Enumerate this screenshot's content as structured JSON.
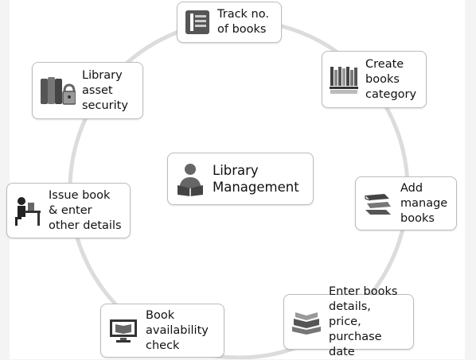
{
  "diagram": {
    "center": {
      "label": "Library\nManagement",
      "icon": "reader-icon"
    },
    "nodes": [
      {
        "id": "track",
        "label": "Track no.\nof books",
        "icon": "book-ledger-icon"
      },
      {
        "id": "category",
        "label": "Create\nbooks\ncategory",
        "icon": "bookshelf-icon"
      },
      {
        "id": "add",
        "label": "Add\nmanage\nbooks",
        "icon": "book-stack-icon"
      },
      {
        "id": "details",
        "label": "Enter books\ndetails, price,\npurchase date",
        "icon": "open-books-icon"
      },
      {
        "id": "availability",
        "label": "Book\navailability\ncheck",
        "icon": "computer-book-icon"
      },
      {
        "id": "issue",
        "label": "Issue book\n& enter\nother details",
        "icon": "desk-person-icon"
      },
      {
        "id": "security",
        "label": "Library\nasset\nsecurity",
        "icon": "books-lock-icon"
      }
    ]
  }
}
